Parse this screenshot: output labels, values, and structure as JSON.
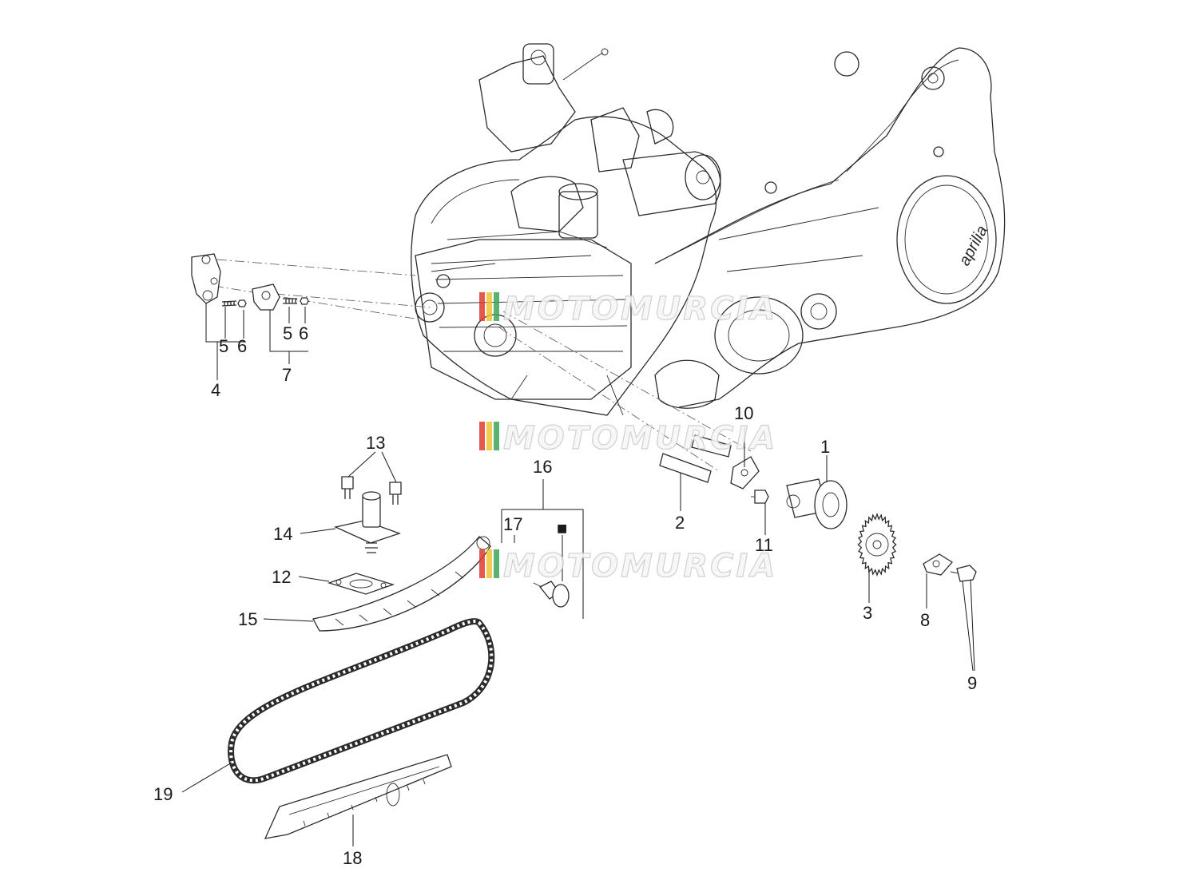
{
  "diagram": {
    "brand_on_cover": "aprilia",
    "watermark": "MOTOMURCIA",
    "callouts": [
      "1",
      "2",
      "3",
      "4",
      "5",
      "6",
      "5",
      "6",
      "7",
      "8",
      "9",
      "10",
      "11",
      "12",
      "13",
      "14",
      "15",
      "16",
      "17",
      "18",
      "19"
    ],
    "marker_symbol": "■"
  },
  "colors": {
    "line": "#2b2b2b",
    "watermark_red": "#e23b2e",
    "watermark_yellow": "#f2c230",
    "watermark_green": "#3aa657"
  }
}
